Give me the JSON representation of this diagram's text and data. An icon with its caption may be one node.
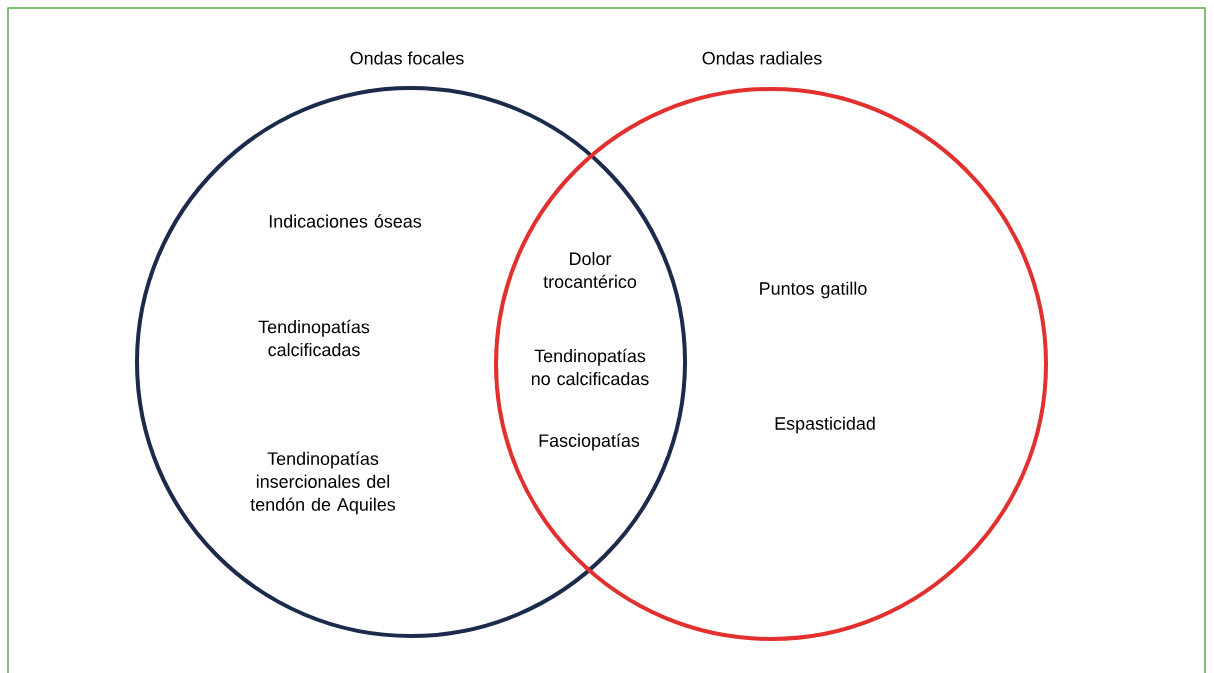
{
  "diagram": {
    "nodes": [
      {
        "text": [
          "Ondas focales"
        ]
      },
      {
        "text": [
          "Ondas radiales"
        ]
      }
    ],
    "labels": [
      "Indicaciones óseas",
      "Dolor trocantérico",
      "Puntos gatillo",
      "Tendinopatías calcificadas",
      "Tendinopatías no calcificadas",
      "Espasticidad",
      "Fasciopatías",
      "Tendinopatías insercionales del tendón de Aquiles"
    ]
  }
}
